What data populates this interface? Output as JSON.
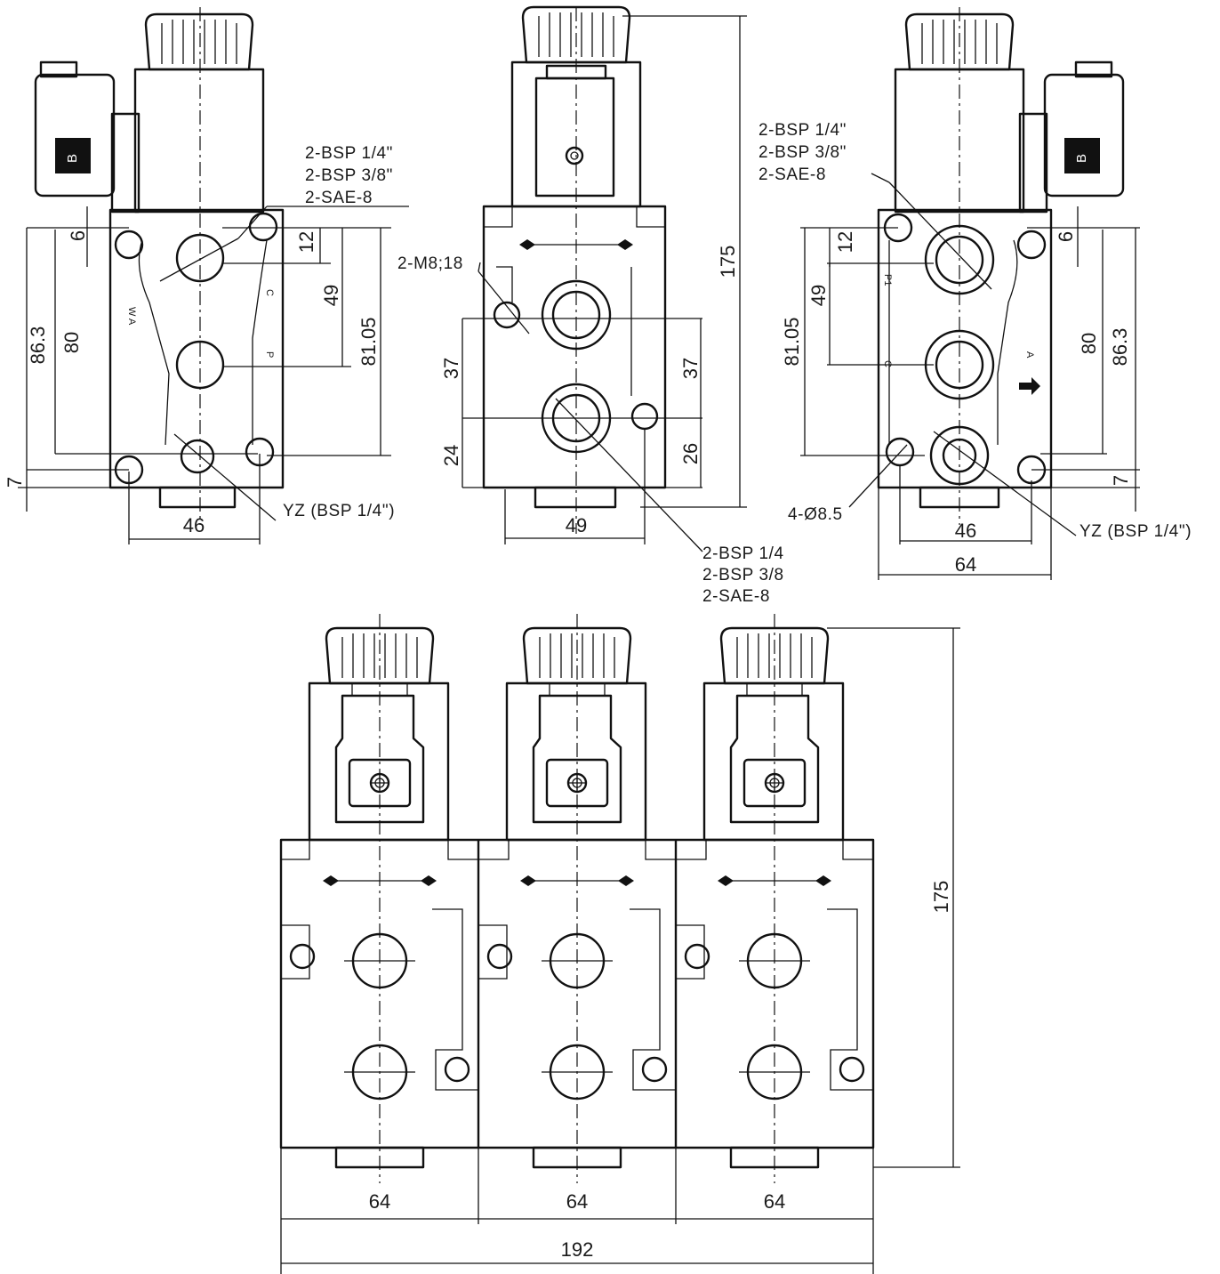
{
  "left_view": {
    "port_callout": [
      "2-BSP 1/4\"",
      "2-BSP 3/8\"",
      "2-SAE-8"
    ],
    "drain_callout": "YZ (BSP 1/4\")",
    "connector_letter": "B",
    "body_marks": [
      "W A",
      "C",
      "P"
    ],
    "dims": {
      "top_gap": "6",
      "upper_offset": "12",
      "port_pitch": "49",
      "mount_pitch": "81.05",
      "inner_height": "80",
      "outer_height": "86.3",
      "lower_offset": "7",
      "width": "46"
    }
  },
  "center_view": {
    "thread_callout": "2-M8;18",
    "port_callout": [
      "2-BSP 1/4",
      "2-BSP 3/8",
      "2-SAE-8"
    ],
    "dims": {
      "height": "175",
      "upper_left": "37",
      "upper_right": "37",
      "lower_left": "24",
      "lower_right": "26",
      "width": "49"
    }
  },
  "right_view": {
    "port_callout": [
      "2-BSP 1/4\"",
      "2-BSP 3/8\"",
      "2-SAE-8"
    ],
    "drain_callout": "YZ (BSP 1/4\")",
    "hole_callout": "4-Ø8.5",
    "connector_letter": "B",
    "body_marks": [
      "P1",
      "C",
      "A"
    ],
    "dims": {
      "top_gap": "6",
      "upper_offset": "12",
      "port_pitch": "49",
      "mount_pitch": "81.05",
      "inner_height": "80",
      "outer_height": "86.3",
      "lower_offset": "7",
      "width_inner": "46",
      "width_outer": "64"
    }
  },
  "bottom_view": {
    "dims": {
      "height": "175",
      "section_widths": [
        "64",
        "64",
        "64"
      ],
      "total_width": "192"
    }
  }
}
